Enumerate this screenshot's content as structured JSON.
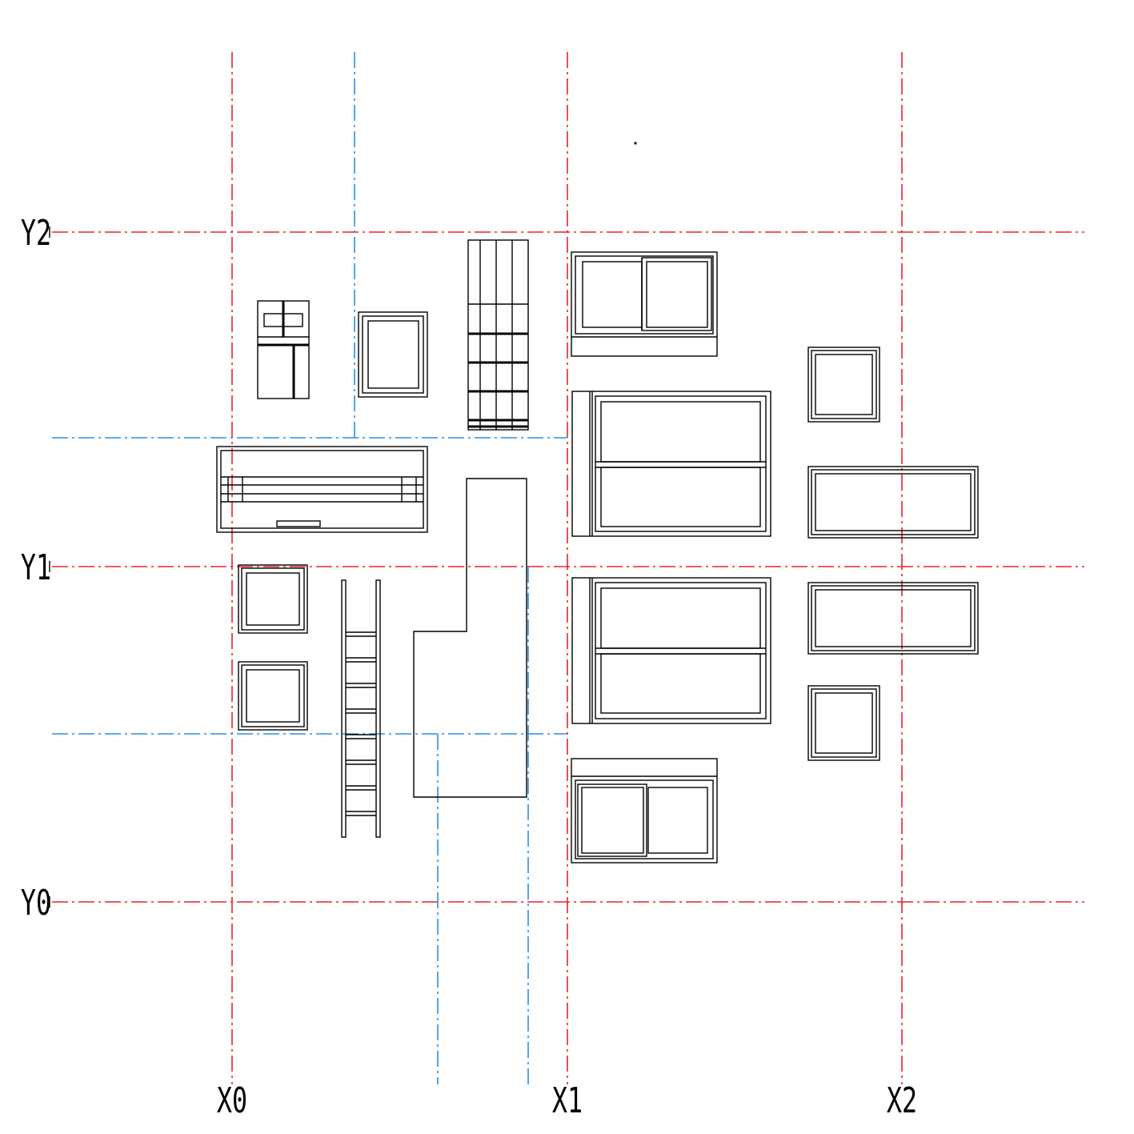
{
  "grid": {
    "x_labels": [
      "X0",
      "X1",
      "X2"
    ],
    "y_labels": [
      "Y2",
      "Y1",
      "Y0"
    ],
    "grid_color": "#e8252b",
    "aux_color": "#2a8fe0",
    "line_color": "#000000"
  }
}
